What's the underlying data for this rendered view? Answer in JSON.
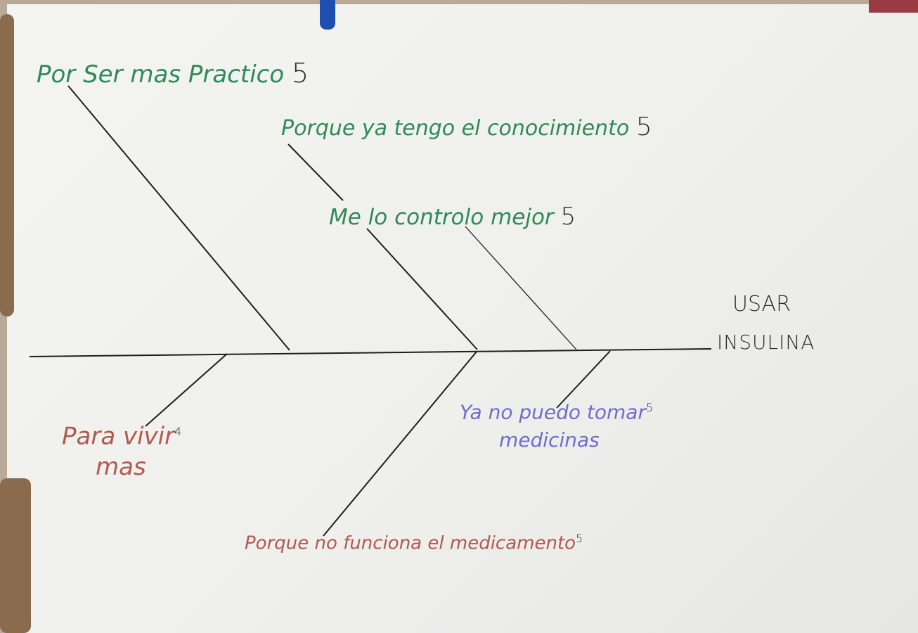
{
  "effect": {
    "line1": "USAR",
    "line2": "INSULINA"
  },
  "causes": [
    {
      "text": "Por Ser mas Practico",
      "score": "5"
    },
    {
      "text": "Porque ya tengo el conocimiento",
      "score": "5"
    },
    {
      "text": "Me lo controlo mejor",
      "score": "5"
    },
    {
      "text_line1": "Para vivir",
      "text_line2": "mas",
      "score": "4"
    },
    {
      "text": "Porque no funciona el medicamento",
      "score": "5"
    },
    {
      "text_line1": "Ya no puedo tomar",
      "text_line2": "medicinas",
      "score": "5"
    }
  ],
  "colors": {
    "green_ink": "#2f8a58",
    "brown_ink": "#b3584e",
    "purple_ink": "#6f6ccf",
    "black_ink": "#1e1e1e"
  }
}
